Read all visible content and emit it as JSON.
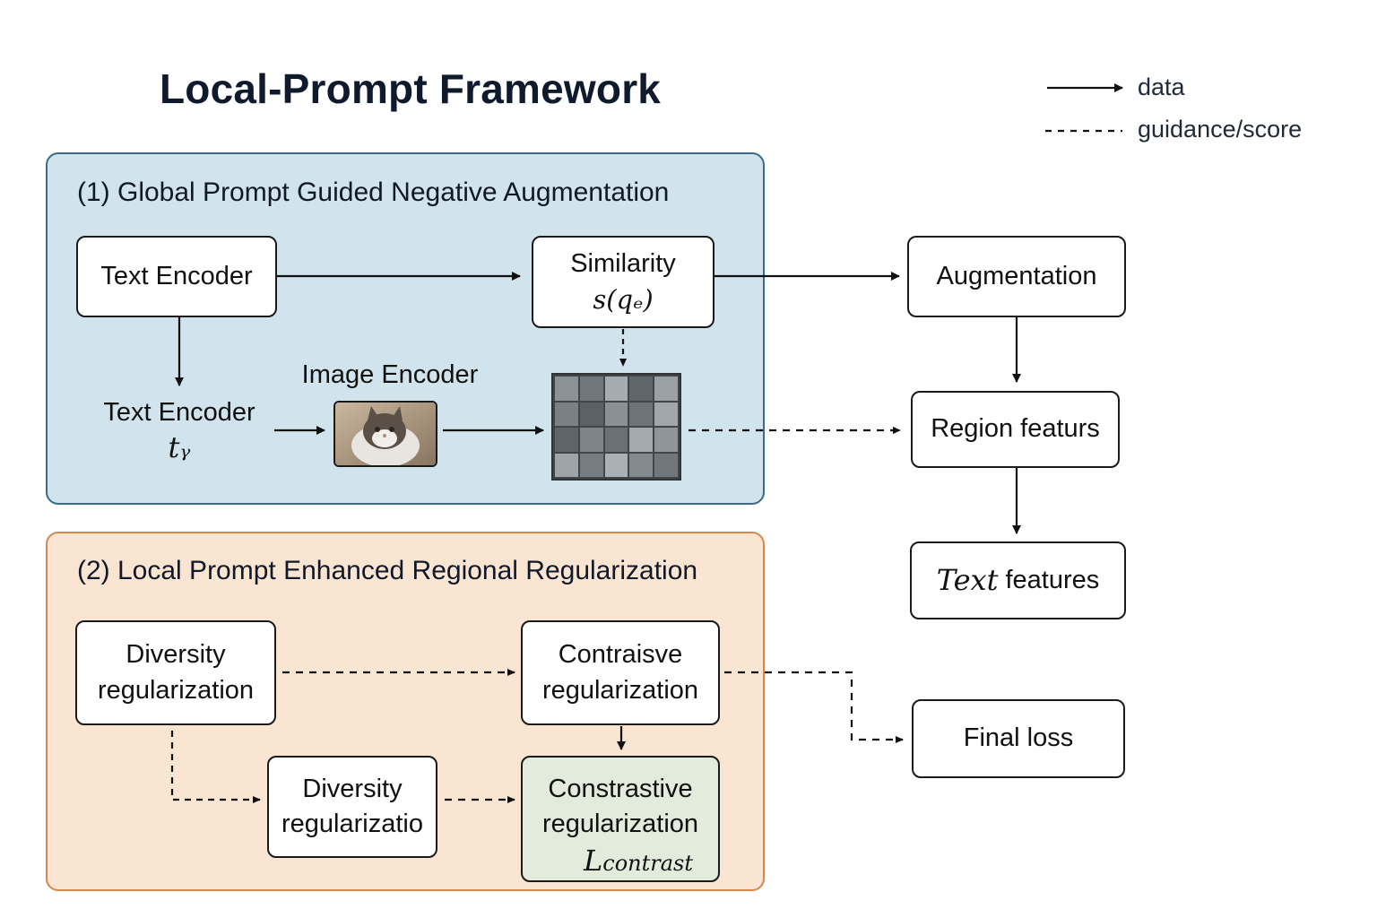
{
  "title": "Local-Prompt Framework",
  "legend": {
    "data": "data",
    "guidance": "guidance/score"
  },
  "panel1": {
    "title": "(1) Global Prompt Guided Negative Augmentation",
    "text_encoder": "Text Encoder",
    "similarity": "Similarity",
    "similarity_formula": "s(qₑ)",
    "text_encoder_tg": "Text Encoder",
    "tg_symbol": "tᵧ",
    "image_encoder": "Image Encoder"
  },
  "panel2": {
    "title": "(2) Local Prompt Enhanced Regional Regularization",
    "diversity_line1": "Diversity",
    "diversity_line2": "regularization",
    "contrastive_line1": "Contraisve",
    "contrastive_line2": "regularization",
    "diversity2_line1": "Diversity",
    "diversity2_line2": "regularizatio",
    "constrastive_line1": "Constrastive",
    "constrastive_line2": "regularization",
    "l_contrast": "L",
    "l_contrast_sub": "contrast"
  },
  "right": {
    "augmentation": "Augmentation",
    "region_features": "Region featurs",
    "text_features_italic": "Text",
    "text_features_rest": "features",
    "final_loss": "Final loss"
  },
  "colors": {
    "panel1_fill": "#d1e3ec",
    "panel1_border": "#3a6b88",
    "panel2_fill": "#fae5d3",
    "panel2_border": "#d2894c",
    "green_box": "#e3ecdc"
  },
  "heatmap_shades": [
    "#8b9296",
    "#6f777c",
    "#a5abaf",
    "#5f676b",
    "#9aa1a4",
    "#7a8186",
    "#5a6267",
    "#8a9195",
    "#6d7479",
    "#a0a6aa",
    "#5d656a",
    "#7e858a",
    "#6a7277",
    "#a3a9ac",
    "#8f969a",
    "#9ea4a8",
    "#767d82",
    "#aab0b3",
    "#848b8f",
    "#70777c"
  ]
}
